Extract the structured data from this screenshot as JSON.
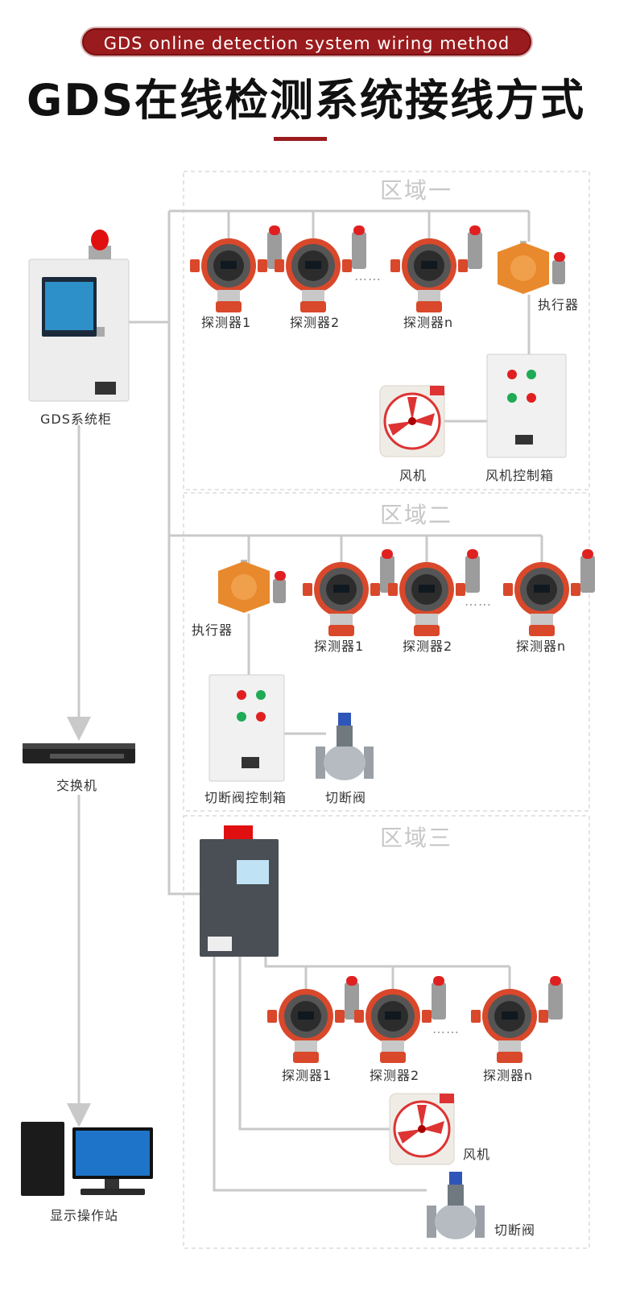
{
  "header": {
    "subtitle": "GDS online detection system wiring method",
    "title": "GDS在线检测系统接线方式"
  },
  "left": {
    "cabinet": "GDS系统柜",
    "switch": "交换机",
    "station": "显示操作站"
  },
  "zone1": {
    "name": "区域一",
    "det1": "探测器1",
    "det2": "探测器2",
    "detn": "探测器n",
    "actuator": "执行器",
    "fan": "风机",
    "fan_box": "风机控制箱"
  },
  "zone2": {
    "name": "区域二",
    "actuator": "执行器",
    "det1": "探测器1",
    "det2": "探测器2",
    "detn": "探测器n",
    "valve_box": "切断阀控制箱",
    "valve": "切断阀"
  },
  "zone3": {
    "name": "区域三",
    "det1": "探测器1",
    "det2": "探测器2",
    "detn": "探测器n",
    "fan": "风机",
    "valve": "切断阀"
  },
  "dots": "……",
  "colors": {
    "accent": "#9a1b1d",
    "wire": "#c9c9c9",
    "detector": "#d9482b",
    "actuator": "#e8892d"
  }
}
